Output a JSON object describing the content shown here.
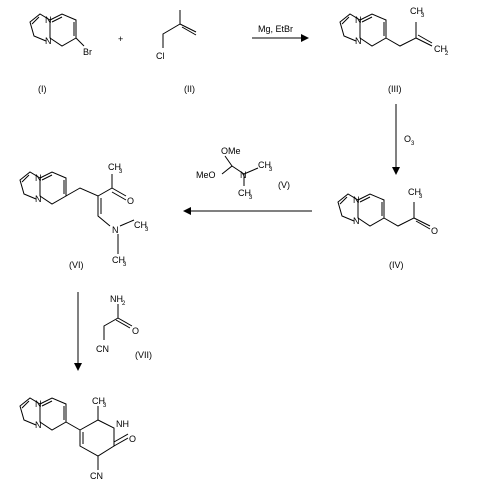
{
  "reagents": {
    "step1": "Mg, EtBr",
    "step2_o": "O",
    "step2_sub": "3"
  },
  "compounds": {
    "I": "(I)",
    "II": "(II)",
    "III": "(III)",
    "IV": "(IV)",
    "V": "(V)",
    "VI": "(VI)",
    "VII": "(VII)"
  },
  "atoms": {
    "N": "N",
    "Br": "Br",
    "Cl": "Cl",
    "O": "O",
    "OMe": "OMe",
    "MeO": "MeO",
    "NH": "NH",
    "NH2_base": "NH",
    "sub2": "2",
    "CN": "CN",
    "CH3_c": "CH",
    "sub3": "3",
    "CH2_c": "CH",
    "plus": "+"
  }
}
